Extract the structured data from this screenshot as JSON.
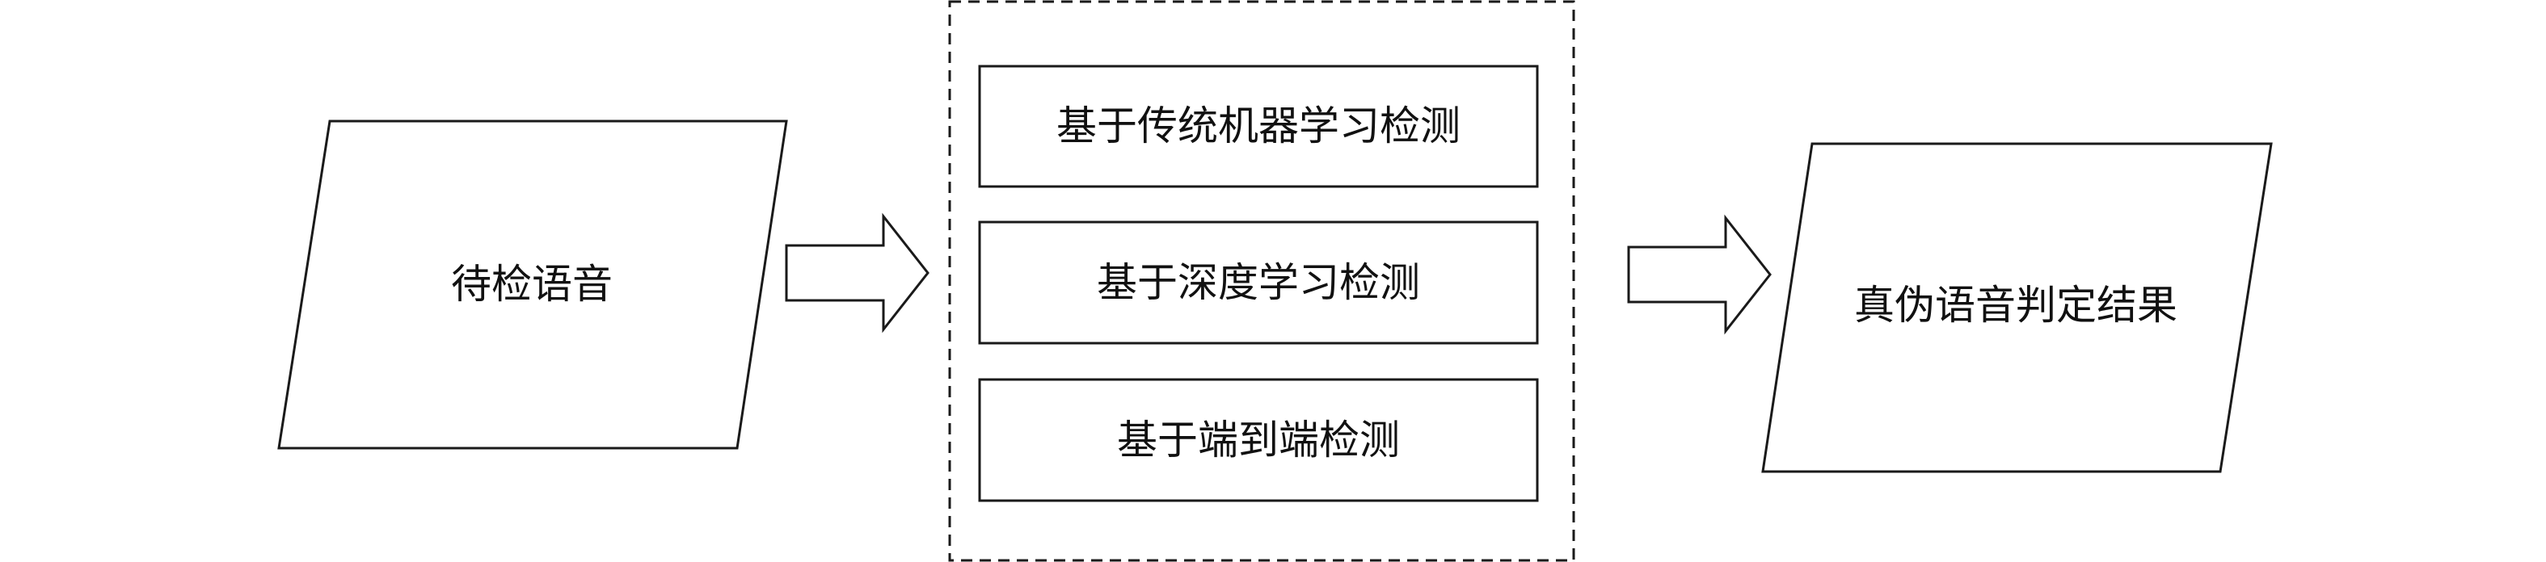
{
  "input": {
    "label": "待检语音"
  },
  "methods": [
    {
      "label": "基于传统机器学习检测"
    },
    {
      "label": "基于深度学习检测"
    },
    {
      "label": "基于端到端检测"
    }
  ],
  "output": {
    "label": "真伪语音判定结果"
  }
}
